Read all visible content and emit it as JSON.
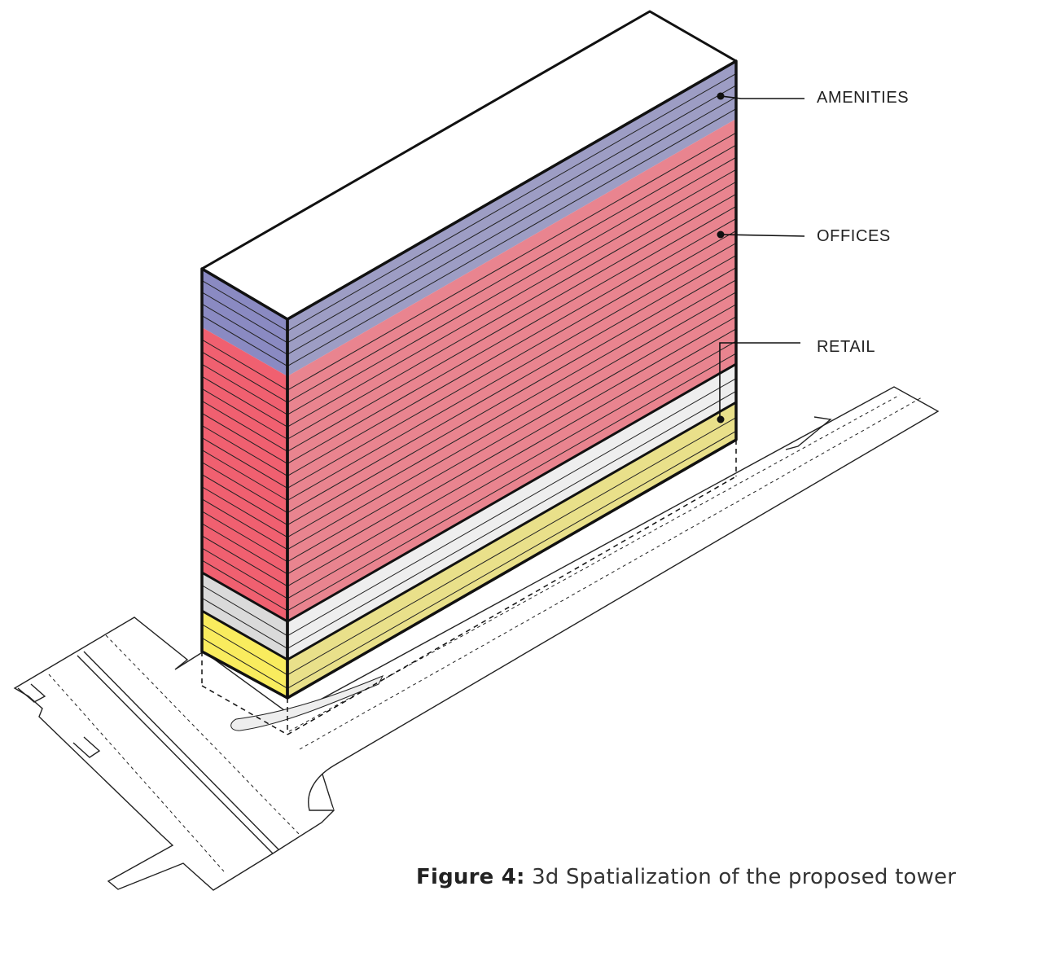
{
  "labels": {
    "amenities": "AMENITIES",
    "offices": "OFFICES",
    "retail": "RETAIL"
  },
  "caption": {
    "label": "Figure 4:",
    "text": "3d Spatialization of the proposed tower"
  },
  "colors": {
    "amenities_front": "#8a8ac2",
    "amenities_side": "#9d9dc4",
    "offices_front": "#f06070",
    "offices_side": "#e9848f",
    "lobby_front": "#dadada",
    "lobby_side": "#eeeeee",
    "retail_front": "#f9ec5e",
    "retail_side": "#e9e08a",
    "roof": "#ffffff",
    "outline": "#111111"
  }
}
